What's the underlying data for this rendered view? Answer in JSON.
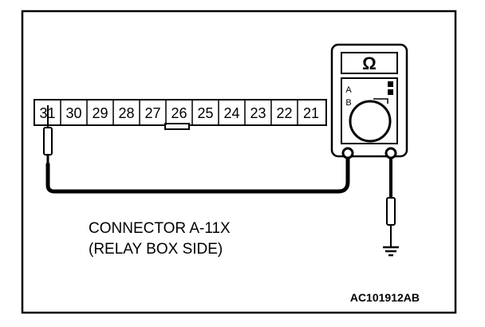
{
  "connector": {
    "pins": [
      "31",
      "30",
      "29",
      "28",
      "27",
      "26",
      "25",
      "24",
      "23",
      "22",
      "21"
    ]
  },
  "meter": {
    "symbol": "Ω",
    "range_marks": [
      "A",
      "B"
    ]
  },
  "caption": {
    "line1": "CONNECTOR A-11X",
    "line2": "(RELAY BOX SIDE)"
  },
  "figure_code": "AC101912AB"
}
